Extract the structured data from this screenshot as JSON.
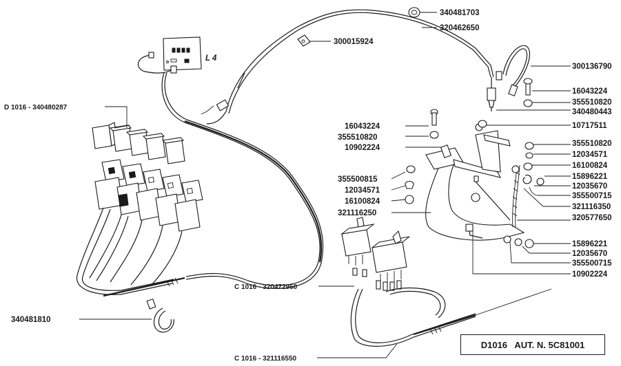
{
  "labels": {
    "l1": "340481703",
    "l2": "320462650",
    "l3": "300015924",
    "l4": "300136790",
    "l5": "16043224",
    "l6": "355510820",
    "l7": "340480443",
    "l8": "10717511",
    "l9": "355510820",
    "l10": "12034571",
    "l11": "16100824",
    "l12": "15896221",
    "l13": "12035670",
    "l14": "355500715",
    "l15": "321116350",
    "l16": "320577650",
    "l17": "15896221",
    "l18": "12035670",
    "l19": "355500715",
    "l20": "10902224",
    "r1": "16043224",
    "r2": "355510820",
    "r3": "10902224",
    "r4": "355500815",
    "r5": "12034571",
    "r6": "16100824",
    "r7": "321116250",
    "c1": "C 1016 - 320472950",
    "c2": "C 1016 - 321116550",
    "d1": "D 1016 - 340480287",
    "x1": "340481810",
    "panel": "L 4"
  },
  "authorization": "D1016   AUT. N. 5C81001"
}
